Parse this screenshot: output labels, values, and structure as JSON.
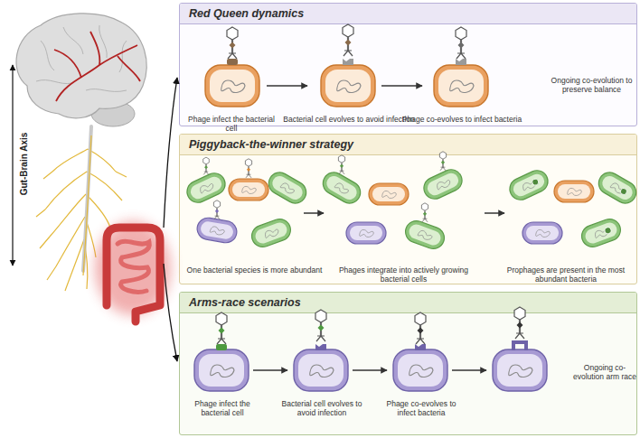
{
  "diagram": {
    "nodes": [
      {
        "text": [
          "Red Queen dynamics",
          "Phage infect the bacterial cell",
          "Bacterial cell evolves to avoid infection",
          "Phage co-evolves to infect bacteria",
          "Ongoing co-evolution to preserve balance"
        ]
      },
      {
        "text": [
          "Piggyback-the-winner strategy",
          "One bacterial species is more abundant",
          "Phages integrate into actively growing bacterial cells",
          "Prophages are present in the most abundant bacteria"
        ]
      },
      {
        "text": [
          "Arms-race scenarios",
          "Phage infect the bacterial cell",
          "Bacterial cell evolves to avoid infection",
          "Phage co-evolves to infect bacteria",
          "Ongoing co-evolution arm race"
        ]
      }
    ],
    "labels": [
      "Gut-Brain Axis"
    ]
  }
}
